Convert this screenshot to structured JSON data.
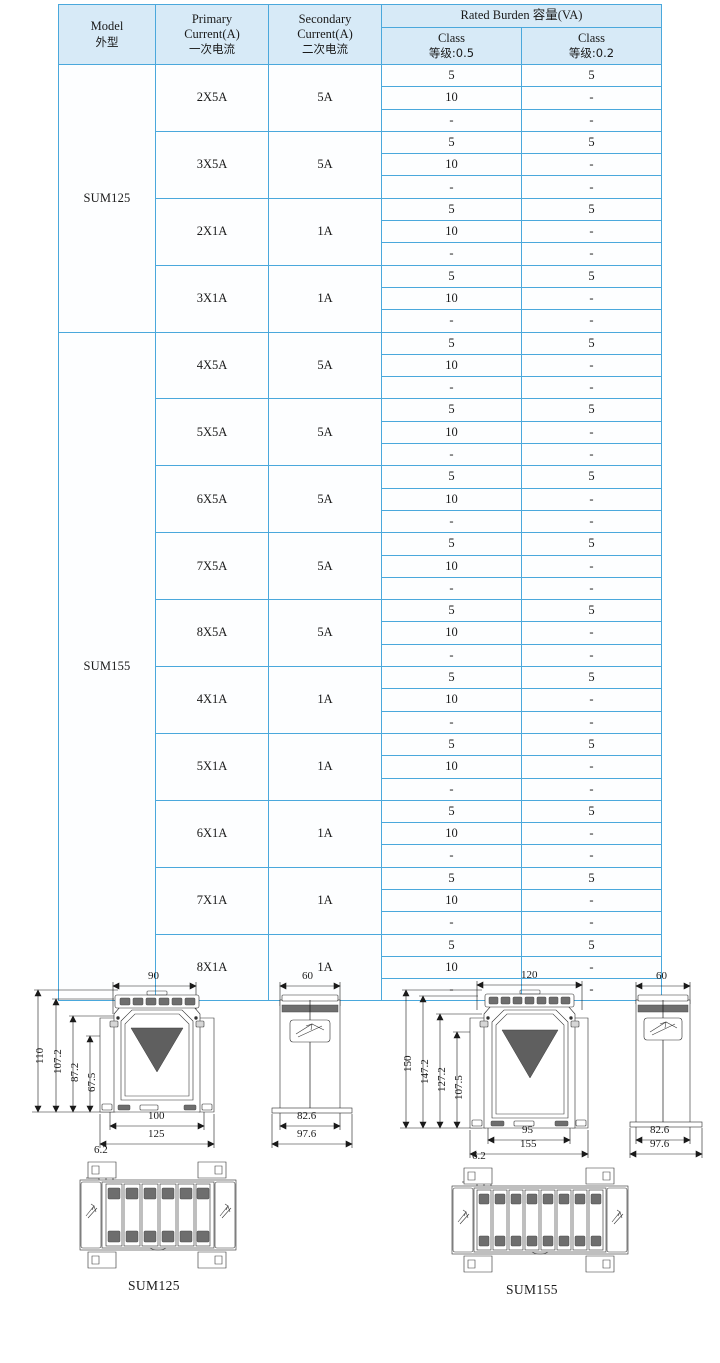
{
  "table": {
    "headers": {
      "model_en": "Model",
      "model_cn": "外型",
      "primary_en1": "Primary",
      "primary_en2": "Current(A)",
      "primary_cn": "一次电流",
      "secondary_en1": "Secondary",
      "secondary_en2": "Current(A)",
      "secondary_cn": "二次电流",
      "burden_group": "Rated Burden 容量(VA)",
      "class1_en": "Class",
      "class1_cn": "等级:0.5",
      "class2_en": "Class",
      "class2_cn": "等级:0.2"
    },
    "groups": [
      {
        "model": "SUM125",
        "rows": [
          {
            "primary": "2X5A",
            "secondary": "5A",
            "burden": [
              [
                "5",
                "5"
              ],
              [
                "10",
                "-"
              ],
              [
                "-",
                "-"
              ]
            ]
          },
          {
            "primary": "3X5A",
            "secondary": "5A",
            "burden": [
              [
                "5",
                "5"
              ],
              [
                "10",
                "-"
              ],
              [
                "-",
                "-"
              ]
            ]
          },
          {
            "primary": "2X1A",
            "secondary": "1A",
            "burden": [
              [
                "5",
                "5"
              ],
              [
                "10",
                "-"
              ],
              [
                "-",
                "-"
              ]
            ]
          },
          {
            "primary": "3X1A",
            "secondary": "1A",
            "burden": [
              [
                "5",
                "5"
              ],
              [
                "10",
                "-"
              ],
              [
                "-",
                "-"
              ]
            ]
          }
        ]
      },
      {
        "model": "SUM155",
        "rows": [
          {
            "primary": "4X5A",
            "secondary": "5A",
            "burden": [
              [
                "5",
                "5"
              ],
              [
                "10",
                "-"
              ],
              [
                "-",
                "-"
              ]
            ]
          },
          {
            "primary": "5X5A",
            "secondary": "5A",
            "burden": [
              [
                "5",
                "5"
              ],
              [
                "10",
                "-"
              ],
              [
                "-",
                "-"
              ]
            ]
          },
          {
            "primary": "6X5A",
            "secondary": "5A",
            "burden": [
              [
                "5",
                "5"
              ],
              [
                "10",
                "-"
              ],
              [
                "-",
                "-"
              ]
            ]
          },
          {
            "primary": "7X5A",
            "secondary": "5A",
            "burden": [
              [
                "5",
                "5"
              ],
              [
                "10",
                "-"
              ],
              [
                "-",
                "-"
              ]
            ]
          },
          {
            "primary": "8X5A",
            "secondary": "5A",
            "burden": [
              [
                "5",
                "5"
              ],
              [
                "10",
                "-"
              ],
              [
                "-",
                "-"
              ]
            ]
          },
          {
            "primary": "4X1A",
            "secondary": "1A",
            "burden": [
              [
                "5",
                "5"
              ],
              [
                "10",
                "-"
              ],
              [
                "-",
                "-"
              ]
            ]
          },
          {
            "primary": "5X1A",
            "secondary": "1A",
            "burden": [
              [
                "5",
                "5"
              ],
              [
                "10",
                "-"
              ],
              [
                "-",
                "-"
              ]
            ]
          },
          {
            "primary": "6X1A",
            "secondary": "1A",
            "burden": [
              [
                "5",
                "5"
              ],
              [
                "10",
                "-"
              ],
              [
                "-",
                "-"
              ]
            ]
          },
          {
            "primary": "7X1A",
            "secondary": "1A",
            "burden": [
              [
                "5",
                "5"
              ],
              [
                "10",
                "-"
              ],
              [
                "-",
                "-"
              ]
            ]
          },
          {
            "primary": "8X1A",
            "secondary": "1A",
            "burden": [
              [
                "5",
                "5"
              ],
              [
                "10",
                "-"
              ],
              [
                "-",
                "-"
              ]
            ]
          }
        ]
      }
    ]
  },
  "drawings": {
    "sum125": {
      "caption": "SUM125",
      "front": {
        "width_top": "90",
        "width_inner": "100",
        "width_outer": "125",
        "height_outer": "110",
        "height_2": "107.2",
        "height_3": "87.2",
        "height_4": "67.5"
      },
      "side": {
        "depth_top": "60",
        "depth_inner": "82.6",
        "depth_outer": "97.6"
      },
      "bottom": {
        "terminal_pitch": "6.2"
      }
    },
    "sum155": {
      "caption": "SUM155",
      "front": {
        "width_top": "120",
        "width_inner": "95",
        "width_outer": "155",
        "height_outer": "150",
        "height_2": "147.2",
        "height_3": "127.2",
        "height_4": "107.5"
      },
      "side": {
        "depth_top": "60",
        "depth_inner": "82.6",
        "depth_outer": "97.6"
      },
      "bottom": {
        "terminal_pitch": "6.2"
      }
    }
  },
  "colors": {
    "header_fill": "#d7eaf7",
    "table_border": "#4aa8dc",
    "line": "#1a1a1a"
  }
}
